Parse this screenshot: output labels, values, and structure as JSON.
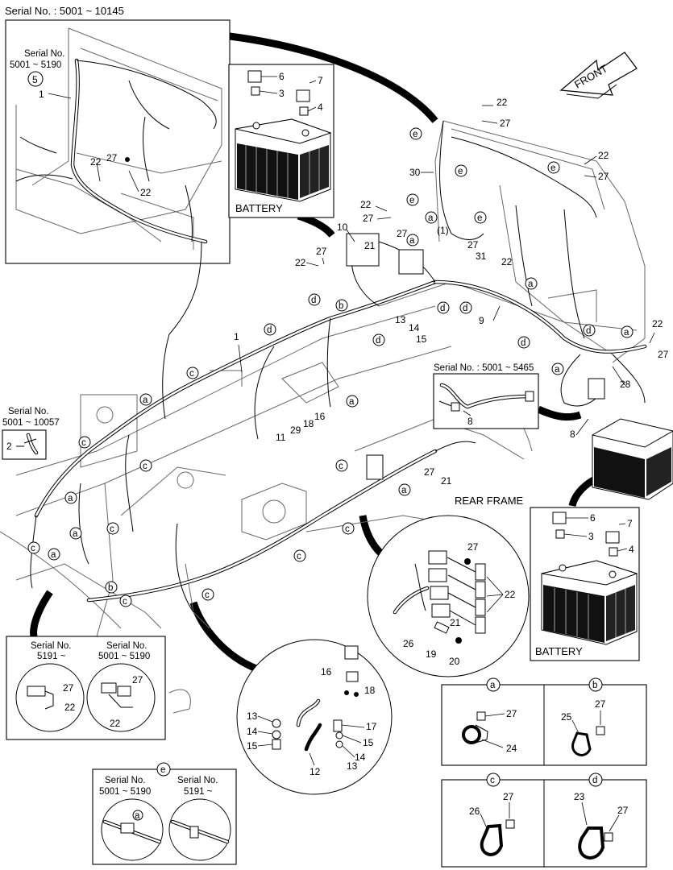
{
  "header": {
    "serial_main": "Serial No. : 5001 ~ 10145"
  },
  "inset_top_left": {
    "serial_line1": "Serial No.",
    "serial_line2": "5001 ~ 5190",
    "callout": "5",
    "labels": [
      "1",
      "22",
      "27",
      "22"
    ]
  },
  "battery_top": {
    "title": "BATTERY",
    "labels": [
      "6",
      "3",
      "7",
      "4"
    ]
  },
  "front_arrow": {
    "label": "FRONT"
  },
  "inset_left_small": {
    "serial_line1": "Serial No.",
    "serial_line2": "5001 ~ 10057",
    "label": "2"
  },
  "inset_right_mid": {
    "serial": "Serial No. : 5001 ~ 5465",
    "label": "8"
  },
  "rear_frame": {
    "title": "REAR FRAME"
  },
  "battery_right": {
    "title": "BATTERY",
    "labels": [
      "6",
      "3",
      "7",
      "4"
    ]
  },
  "rear_circle": {
    "labels": [
      "27",
      "22",
      "21",
      "26",
      "19",
      "20"
    ]
  },
  "bottom_left_box": {
    "left_serial_line1": "Serial No.",
    "left_serial_line2": "5191 ~",
    "right_serial_line1": "Serial No.",
    "right_serial_line2": "5001 ~ 5190",
    "labels": [
      "27",
      "22",
      "27",
      "22"
    ]
  },
  "ground_circle": {
    "labels": [
      "16",
      "18",
      "13",
      "14",
      "15",
      "17",
      "15",
      "14",
      "13",
      "12"
    ]
  },
  "detail_e": {
    "letter": "e",
    "left_serial_line1": "Serial No.",
    "left_serial_line2": "5001 ~ 5190",
    "right_serial_line1": "Serial No.",
    "right_serial_line2": "5191 ~",
    "inner_letter": "a"
  },
  "detail_a": {
    "letter": "a",
    "labels": [
      "27",
      "24"
    ]
  },
  "detail_b": {
    "letter": "b",
    "labels": [
      "27",
      "25"
    ]
  },
  "detail_c": {
    "letter": "c",
    "labels": [
      "27",
      "26"
    ]
  },
  "detail_d": {
    "letter": "d",
    "labels": [
      "27",
      "23"
    ]
  },
  "main_part_labels": [
    "22",
    "27",
    "30",
    "22",
    "27",
    "10",
    "21",
    "27",
    "(1)",
    "27",
    "31",
    "22",
    "27",
    "22",
    "9",
    "13",
    "14",
    "15",
    "1",
    "11",
    "29",
    "18",
    "16",
    "22",
    "27",
    "28",
    "8",
    "27",
    "21",
    "22",
    "27"
  ],
  "clip_letters": [
    "a",
    "b",
    "c",
    "d",
    "e"
  ]
}
